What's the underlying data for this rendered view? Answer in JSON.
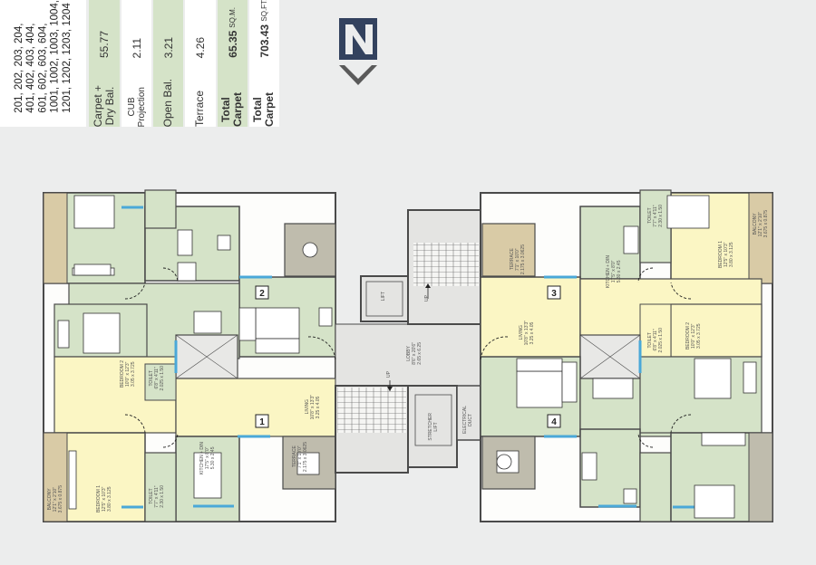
{
  "flat_numbers": "201, 202, 203, 204,\n401, 402, 403, 404,\n601, 602, 603, 604,\n1001, 1002, 1003, 1004,\n1201, 1202, 1203, 1204",
  "area_table": [
    {
      "label": "Carpet +\nDry Bal.",
      "value": "55.77",
      "unit": "",
      "style": "green"
    },
    {
      "label": "CUB\nProjection",
      "value": "2.11",
      "unit": "",
      "style": "white"
    },
    {
      "label": "Open Bal.",
      "value": "3.21",
      "unit": "",
      "style": "green"
    },
    {
      "label": "Terrace",
      "value": "4.26",
      "unit": "",
      "style": "white"
    },
    {
      "label": "Total\nCarpet",
      "value": "65.35",
      "unit": "SQ.M.",
      "style": "green"
    },
    {
      "label": "Total\nCarpet",
      "value": "703.43",
      "unit": "SQ.FT.",
      "style": "white"
    }
  ],
  "north_symbol": "N",
  "units": [
    "1",
    "2",
    "3",
    "4"
  ],
  "rooms": {
    "lobby": "LOBBY\n8'6\" x 20'6\"\n2.65 x 6.25",
    "lift": "LIFT",
    "stretcher_lift": "STRETCHER\nLIFT",
    "electrical_duct": "ELECTRICAL\nDUCT",
    "up": "UP",
    "u1_living": "LIVING\n10'8\" x 13'3\"\n3.25 x 4.05",
    "u1_kitchen": "KITCHEN + DIN\n17'5\" x 8'0\"\n5.30 x 2.45",
    "u1_bed1": "BEDROOM 1\n12'5\" x 10'3\"\n3.80 x 3.125",
    "u1_bed2": "BEDROOM 2\n10'0\" x 12'3\"\n3.05 x 3.725",
    "u1_toilet_a": "TOILET\n6'8\" x 4'11\"\n2.025 x 1.50",
    "u1_toilet_b": "TOILET\n7'7\" x 4'11\"\n2.30 x 1.50",
    "u1_terrace": "TERRACE\n7'1\" x 10'0\"\n2.175 x 3.0625",
    "u1_balcony": "BALCONY\n12'1\" x 2'10\"\n3.675 x 0.875",
    "u3_living": "LIVING\n10'8\" x 13'3\"\n3.25 x 4.05",
    "u3_kitchen": "KITCHEN + DIN\n17'5\" x 8'0\"\n5.30 x 2.45",
    "u3_bed1": "BEDROOM 1\n12'5\" x 10'3\"\n3.80 x 3.125",
    "u3_bed2": "BEDROOM 2\n10'0\" x 12'3\"\n3.05 x 3.725",
    "u3_toilet_a": "TOILET\n7'7\" x 4'11\"\n2.30 x 1.50",
    "u3_toilet_b": "TOILET\n6'8\" x 4'11\"\n2.025 x 1.50",
    "u3_terrace": "TERRACE\n7'1\" x 10'0\"\n2.175 x 3.0625",
    "u3_balcony": "BALCONY\n12'1\" x 2'10\"\n3.675 x 0.875"
  },
  "colors": {
    "kitchen_green": "#d5e3c8",
    "living_yellow": "#fbf6c4",
    "balcony_tan": "#d9cba6",
    "terrace_grey": "#bfbcad",
    "wall": "#4a4a4a",
    "window_blue": "#4aa8d8",
    "north_blue": "#33425e",
    "north_grey": "#5a5a5a"
  }
}
